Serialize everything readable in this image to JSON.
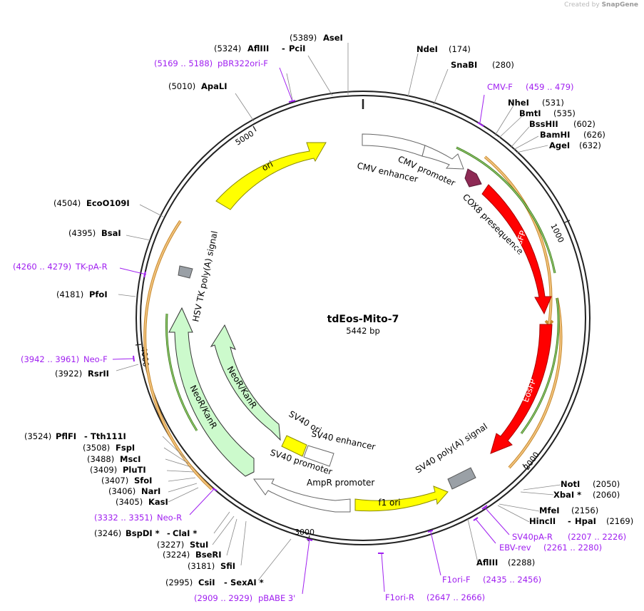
{
  "credit": {
    "prefix": "Created by",
    "brand": "SnapGene"
  },
  "plasmid": {
    "name": "tdEos-Mito-7",
    "size": "5442 bp"
  },
  "ticks": [
    "1000",
    "2000",
    "3000",
    "4000",
    "5000"
  ],
  "features": [
    {
      "id": "cmv-enh",
      "label": "CMV enhancer"
    },
    {
      "id": "cmv-prom",
      "label": "CMV promoter"
    },
    {
      "id": "cox8",
      "label": "COX8 presequence"
    },
    {
      "id": "eos1",
      "label": "EosFP"
    },
    {
      "id": "eos2",
      "label": "EosFP"
    },
    {
      "id": "sv40pa",
      "label": "SV40 poly(A) signal"
    },
    {
      "id": "f1ori",
      "label": "f1 ori"
    },
    {
      "id": "ampr",
      "label": "AmpR promoter"
    },
    {
      "id": "sv40prom",
      "label": "SV40 promoter"
    },
    {
      "id": "sv40enh",
      "label": "SV40 enhancer"
    },
    {
      "id": "sv40ori",
      "label": "SV40 ori"
    },
    {
      "id": "neo-inner",
      "label": "NeoR/KanR"
    },
    {
      "id": "neo-outer",
      "label": "NeoR/KanR"
    },
    {
      "id": "hsvtk",
      "label": "HSV TK poly(A) signal"
    },
    {
      "id": "ori",
      "label": "ori"
    }
  ],
  "sites": [
    {
      "pos": "(5389)",
      "name": "AseI"
    },
    {
      "pos": "(5324)",
      "name": "AflIII",
      "name2": "PciI"
    },
    {
      "pos": "(5010)",
      "name": "ApaLI"
    },
    {
      "pos": "(4504)",
      "name": "EcoO109I"
    },
    {
      "pos": "(4395)",
      "name": "BsaI"
    },
    {
      "pos": "(4181)",
      "name": "PfoI"
    },
    {
      "pos": "(3922)",
      "name": "RsrII"
    },
    {
      "pos": "(3524)",
      "name": "PflFI",
      "name2": "Tth111I"
    },
    {
      "pos": "(3508)",
      "name": "FspI"
    },
    {
      "pos": "(3488)",
      "name": "MscI"
    },
    {
      "pos": "(3409)",
      "name": "PluTI"
    },
    {
      "pos": "(3407)",
      "name": "SfoI"
    },
    {
      "pos": "(3406)",
      "name": "NarI"
    },
    {
      "pos": "(3405)",
      "name": "KasI"
    },
    {
      "pos": "(3246)",
      "name": "BspDI *",
      "name2": "ClaI *"
    },
    {
      "pos": "(3227)",
      "name": "StuI"
    },
    {
      "pos": "(3224)",
      "name": "BseRI"
    },
    {
      "pos": "(3181)",
      "name": "SfiI"
    },
    {
      "pos": "(2995)",
      "name": "CsiI",
      "name2": "SexAI *"
    },
    {
      "pos": "(174)",
      "name": "NdeI"
    },
    {
      "pos": "(280)",
      "name": "SnaBI"
    },
    {
      "pos": "(531)",
      "name": "NheI"
    },
    {
      "pos": "(535)",
      "name": "BmtI"
    },
    {
      "pos": "(602)",
      "name": "BssHII"
    },
    {
      "pos": "(626)",
      "name": "BamHI"
    },
    {
      "pos": "(632)",
      "name": "AgeI"
    },
    {
      "pos": "(2050)",
      "name": "NotI"
    },
    {
      "pos": "(2060)",
      "name": "XbaI *"
    },
    {
      "pos": "(2156)",
      "name": "MfeI"
    },
    {
      "pos": "(2169)",
      "name": "HincII",
      "name2": "HpaI"
    },
    {
      "pos": "(2288)",
      "name": "AflIII"
    }
  ],
  "primers": [
    {
      "range": "(5169 .. 5188)",
      "name": "pBR322ori-F"
    },
    {
      "range": "(459 .. 479)",
      "name": "CMV-F"
    },
    {
      "range": "(4260 .. 4279)",
      "name": "TK-pA-R"
    },
    {
      "range": "(3942 .. 3961)",
      "name": "Neo-F"
    },
    {
      "range": "(3332 .. 3351)",
      "name": "Neo-R"
    },
    {
      "range": "(2909 .. 2929)",
      "name": "pBABE 3'"
    },
    {
      "range": "(2647 .. 2666)",
      "name": "F1ori-R"
    },
    {
      "range": "(2435 .. 2456)",
      "name": "F1ori-F"
    },
    {
      "range": "(2261 .. 2280)",
      "name": "EBV-rev"
    },
    {
      "range": "(2207 .. 2226)",
      "name": "SV40pA-R"
    }
  ]
}
